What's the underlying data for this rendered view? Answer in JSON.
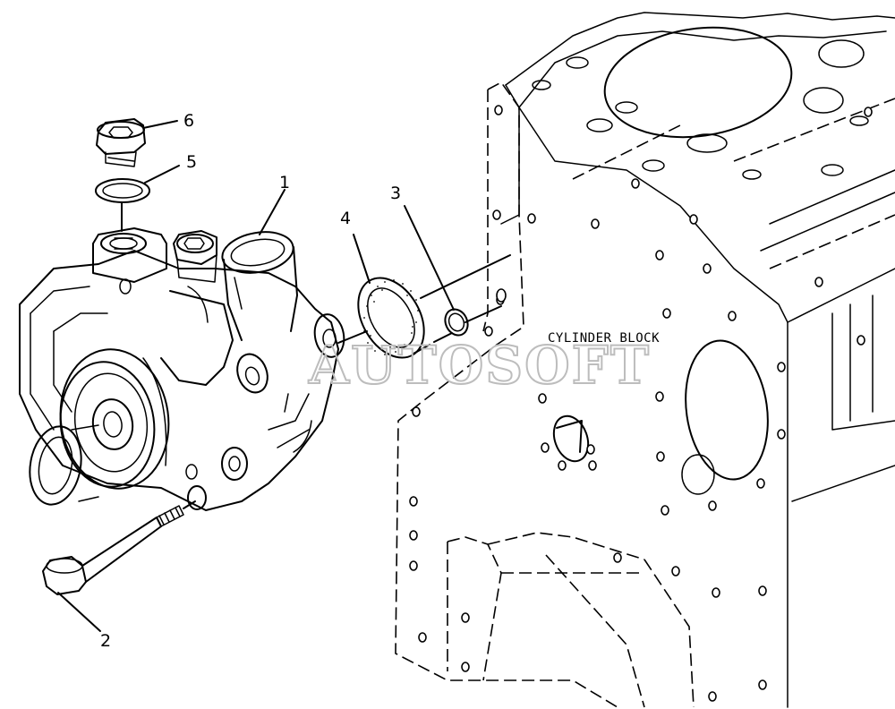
{
  "diagram": {
    "block_label": "CYLINDER BLOCK",
    "watermark": "AUTOSOFT",
    "callouts": [
      {
        "id": "1",
        "part": "water-pump-housing"
      },
      {
        "id": "2",
        "part": "bolt"
      },
      {
        "id": "3",
        "part": "o-ring-seal"
      },
      {
        "id": "4",
        "part": "gasket"
      },
      {
        "id": "5",
        "part": "washer-seal"
      },
      {
        "id": "6",
        "part": "plug"
      }
    ]
  }
}
